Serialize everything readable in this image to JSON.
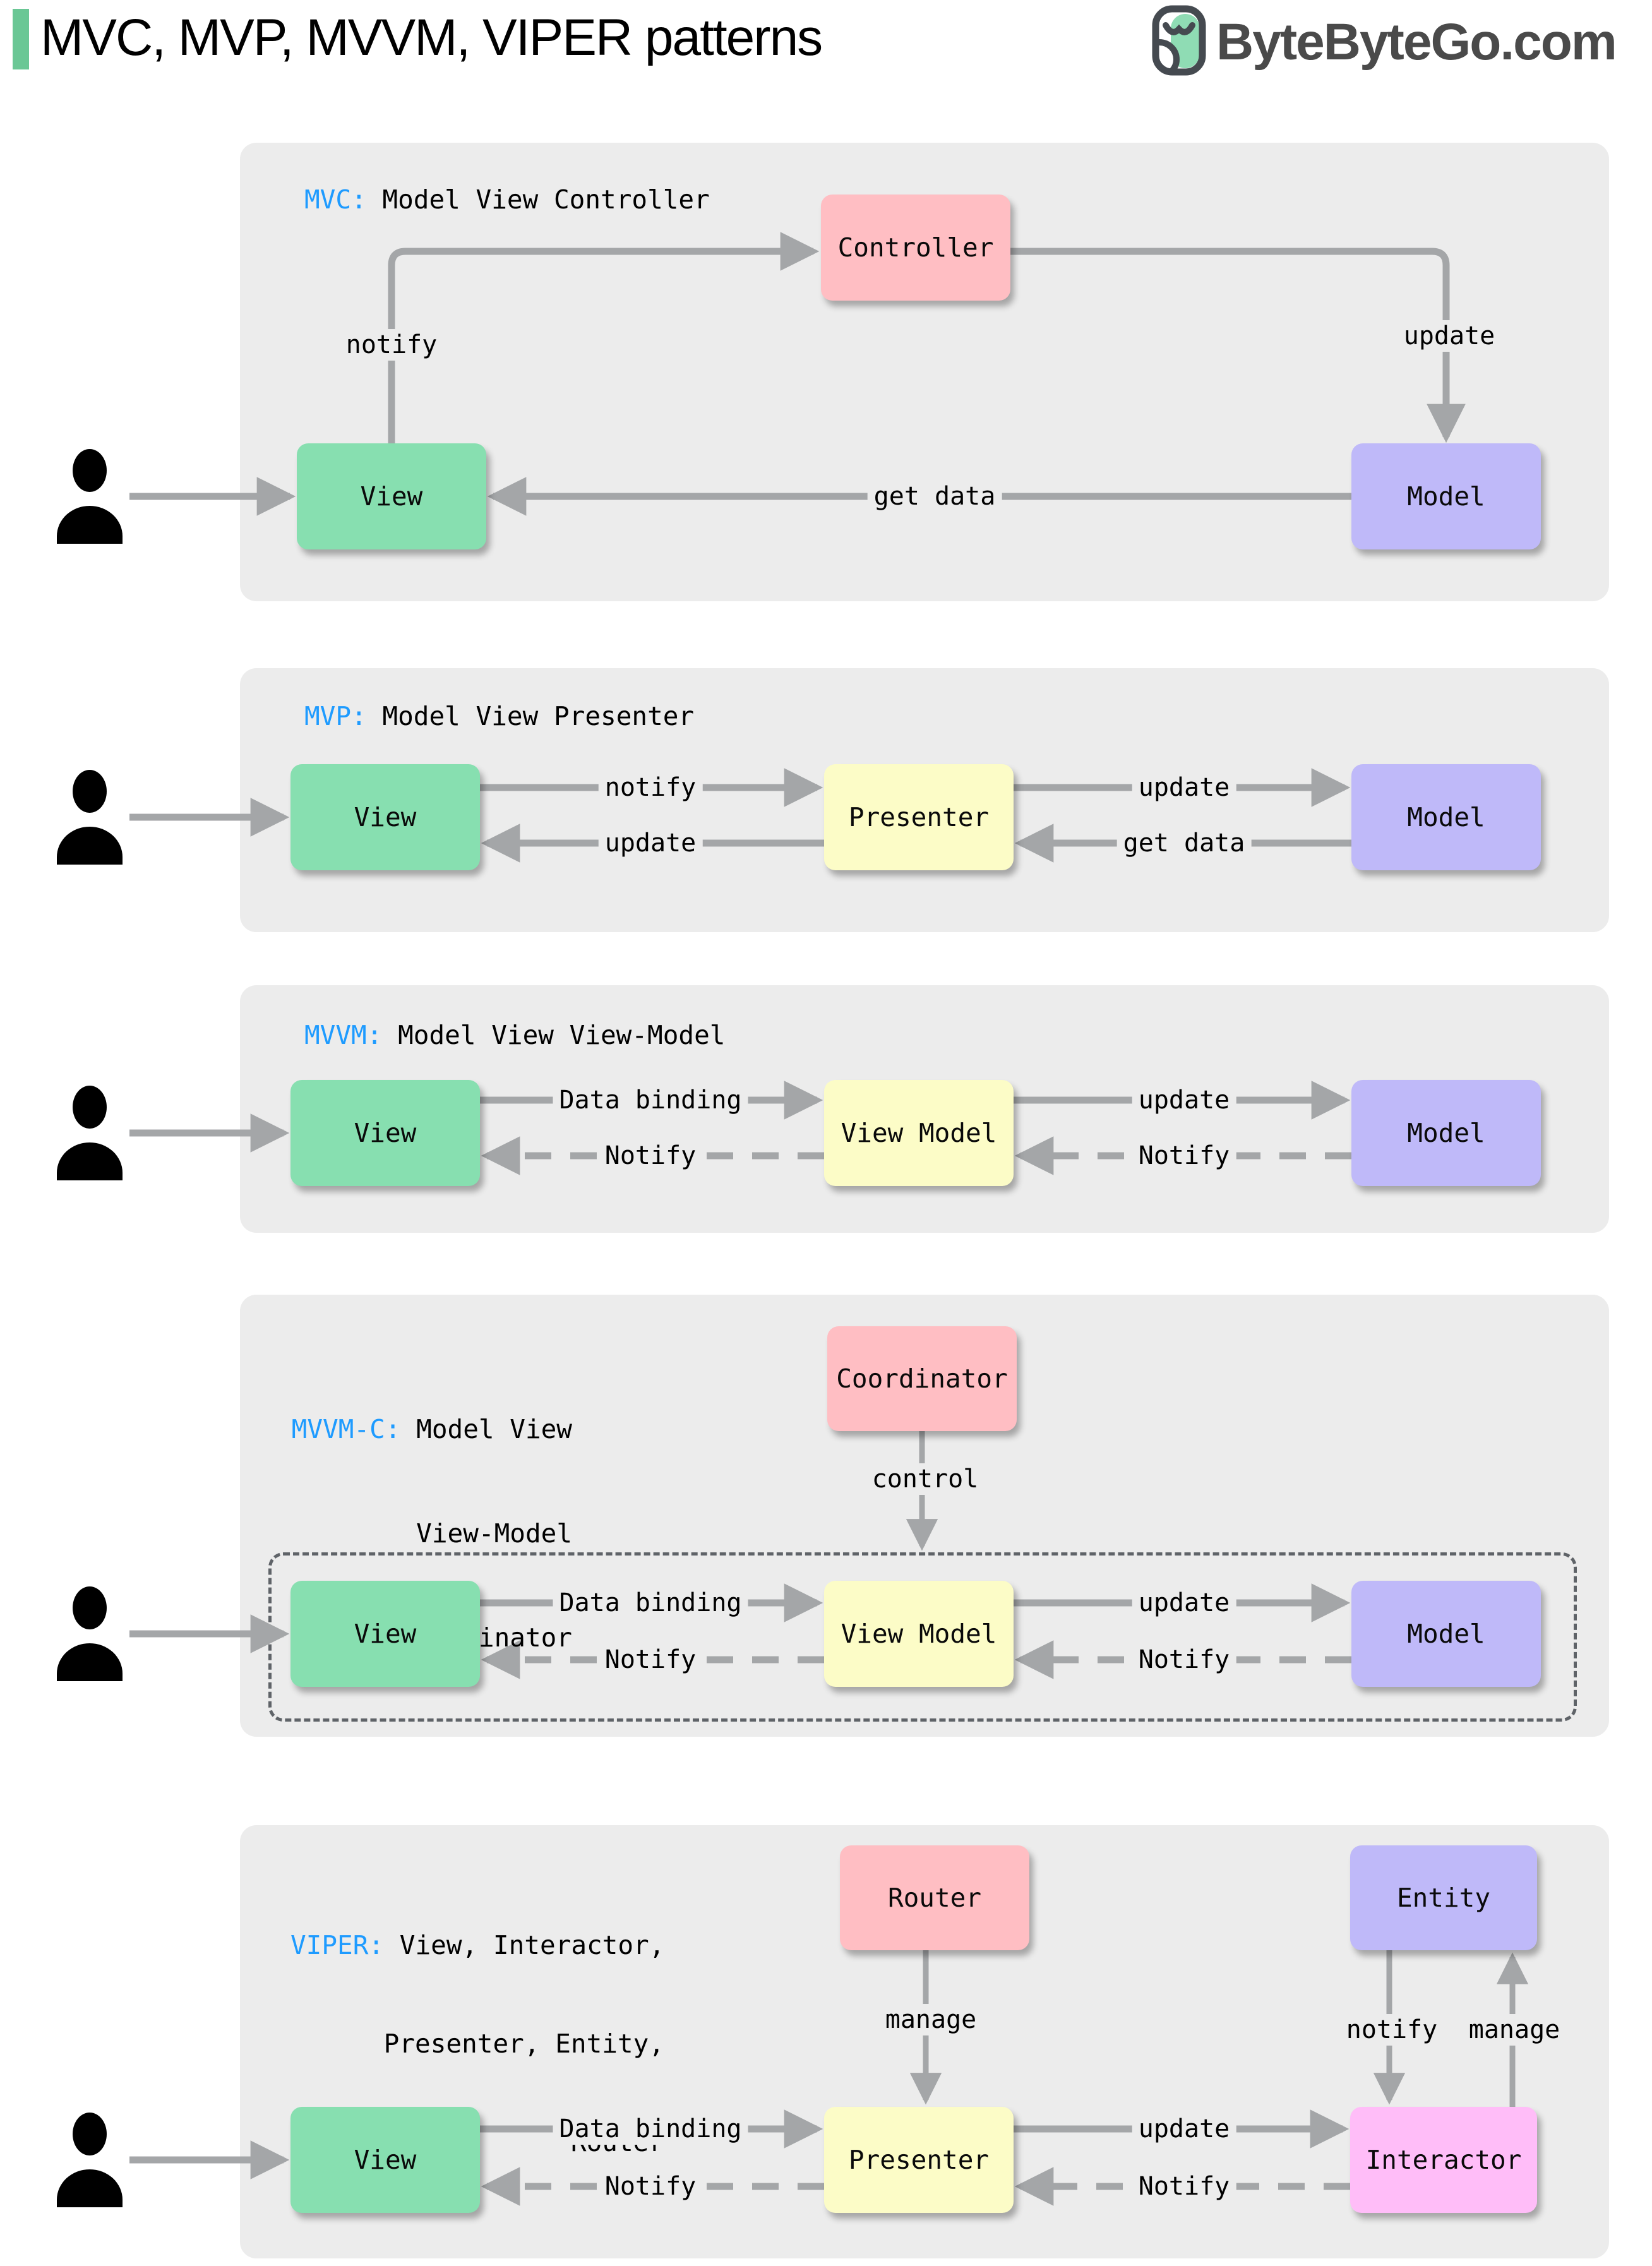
{
  "header": {
    "title": "MVC, MVP, MVVM, VIPER patterns",
    "logo": {
      "text": "ByteByteGo.com",
      "icon": "bytebytego-owl-icon"
    }
  },
  "colors": {
    "section_bg": "#ECECEC",
    "accent_blue": "#1E9BFF",
    "box_green": "#87DFB0",
    "box_yellow": "#FCFCC7",
    "box_purple": "#BFB9F9",
    "box_pink": "#FFBEC3",
    "box_magenta": "#FFBDF8",
    "arrow_gray": "#A4A6A8",
    "title_bar_green": "#6AC795"
  },
  "sections": {
    "mvc": {
      "label_prefix": "MVC:",
      "label_rest": " Model View Controller",
      "boxes": {
        "controller": "Controller",
        "view": "View",
        "model": "Model"
      },
      "edges": {
        "notify": "notify",
        "update": "update",
        "get_data": "get data"
      }
    },
    "mvp": {
      "label_prefix": "MVP:",
      "label_rest": " Model View Presenter",
      "boxes": {
        "view": "View",
        "presenter": "Presenter",
        "model": "Model"
      },
      "edges": {
        "notify": "notify",
        "update_model": "update",
        "update_view": "update",
        "get_data": "get data"
      }
    },
    "mvvm": {
      "label_prefix": "MVVM:",
      "label_rest": " Model View View-Model",
      "boxes": {
        "view": "View",
        "view_model": "View Model",
        "model": "Model"
      },
      "edges": {
        "data_binding": "Data binding",
        "update": "update",
        "notify_view": "Notify",
        "notify_vm": "Notify"
      }
    },
    "mvvmc": {
      "label_prefix": "MVVM-C:",
      "label_line1_rest": " Model View",
      "label_line2": "View-Model",
      "label_line3": "Coordinator",
      "boxes": {
        "coordinator": "Coordinator",
        "view": "View",
        "view_model": "View Model",
        "model": "Model"
      },
      "edges": {
        "control": "control",
        "data_binding": "Data binding",
        "update": "update",
        "notify_view": "Notify",
        "notify_vm": "Notify"
      }
    },
    "viper": {
      "label_prefix": "VIPER:",
      "label_line1_rest": " View, Interactor,",
      "label_line2": "Presenter, Entity,",
      "label_line3": "Router",
      "boxes": {
        "router": "Router",
        "entity": "Entity",
        "view": "View",
        "presenter": "Presenter",
        "interactor": "Interactor"
      },
      "edges": {
        "manage_router": "manage",
        "notify_entity": "notify",
        "manage_entity": "manage",
        "data_binding": "Data binding",
        "update": "update",
        "notify_view": "Notify",
        "notify_presenter": "Notify"
      }
    }
  }
}
